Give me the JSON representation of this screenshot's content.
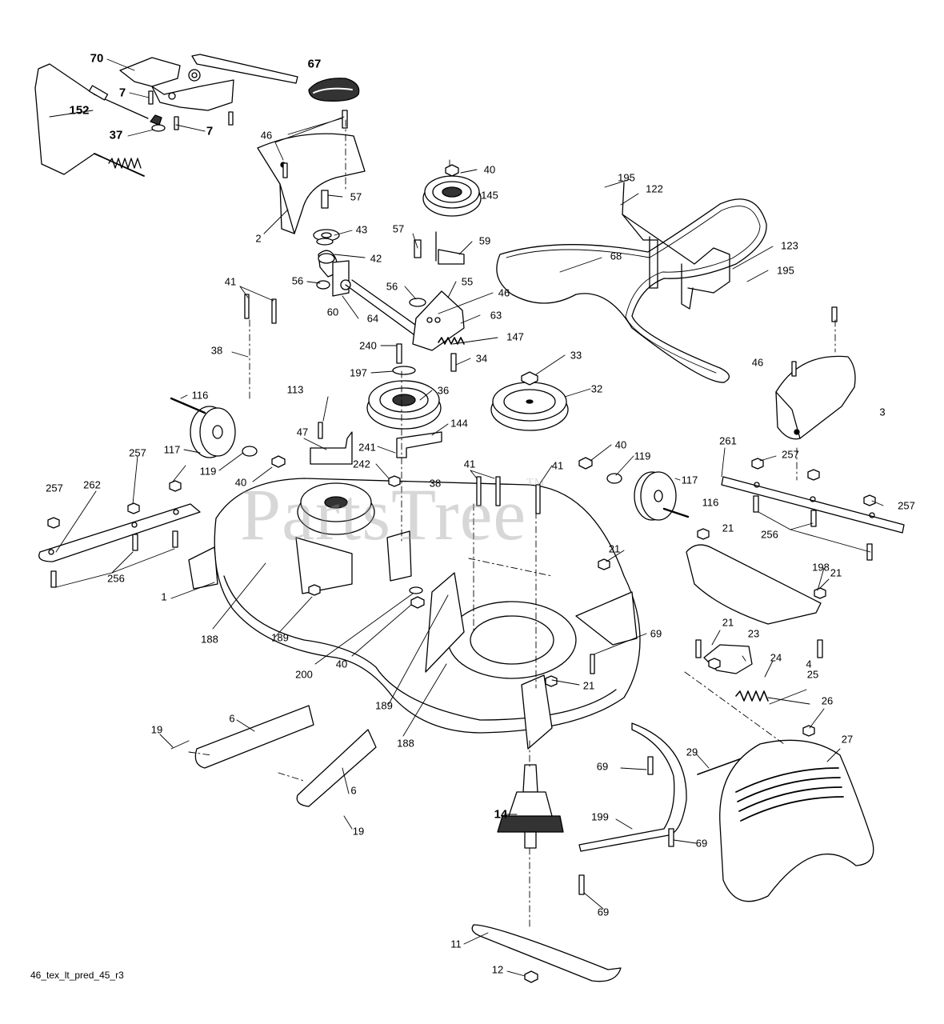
{
  "watermark": "PartsTree",
  "watermark_tm": "TM",
  "drawing_id": "46_tex_lt_pred_45_r3",
  "callouts": [
    {
      "key": "c70",
      "text": "70",
      "bold": true
    },
    {
      "key": "c67",
      "text": "67",
      "bold": true
    },
    {
      "key": "c7a",
      "text": "7",
      "bold": true
    },
    {
      "key": "c7b",
      "text": "7",
      "bold": true
    },
    {
      "key": "c152",
      "text": "152",
      "bold": true
    },
    {
      "key": "c37",
      "text": "37",
      "bold": true
    },
    {
      "key": "c46a",
      "text": "46"
    },
    {
      "key": "c2",
      "text": "2"
    },
    {
      "key": "c40a",
      "text": "40"
    },
    {
      "key": "c145",
      "text": "145"
    },
    {
      "key": "c195a",
      "text": "195"
    },
    {
      "key": "c122",
      "text": "122"
    },
    {
      "key": "c57a",
      "text": "57"
    },
    {
      "key": "c43",
      "text": "43"
    },
    {
      "key": "c42",
      "text": "42"
    },
    {
      "key": "c57b",
      "text": "57"
    },
    {
      "key": "c59",
      "text": "59"
    },
    {
      "key": "c68",
      "text": "68"
    },
    {
      "key": "c123",
      "text": "123"
    },
    {
      "key": "c195b",
      "text": "195"
    },
    {
      "key": "c41a",
      "text": "41"
    },
    {
      "key": "c56a",
      "text": "56"
    },
    {
      "key": "c56b",
      "text": "56"
    },
    {
      "key": "c55",
      "text": "55"
    },
    {
      "key": "c46b",
      "text": "46"
    },
    {
      "key": "c60",
      "text": "60"
    },
    {
      "key": "c64",
      "text": "64"
    },
    {
      "key": "c63",
      "text": "63"
    },
    {
      "key": "c147",
      "text": "147"
    },
    {
      "key": "c38a",
      "text": "38"
    },
    {
      "key": "c240",
      "text": "240"
    },
    {
      "key": "c34",
      "text": "34"
    },
    {
      "key": "c197",
      "text": "197"
    },
    {
      "key": "c33",
      "text": "33"
    },
    {
      "key": "c46c",
      "text": "46"
    },
    {
      "key": "c3",
      "text": "3"
    },
    {
      "key": "c116a",
      "text": "116"
    },
    {
      "key": "c113",
      "text": "113"
    },
    {
      "key": "c36",
      "text": "36"
    },
    {
      "key": "c32",
      "text": "32"
    },
    {
      "key": "c144",
      "text": "144"
    },
    {
      "key": "c47",
      "text": "47"
    },
    {
      "key": "c241",
      "text": "241"
    },
    {
      "key": "c117a",
      "text": "117"
    },
    {
      "key": "c119a",
      "text": "119"
    },
    {
      "key": "c40b",
      "text": "40"
    },
    {
      "key": "c242",
      "text": "242"
    },
    {
      "key": "c257a",
      "text": "257"
    },
    {
      "key": "c262",
      "text": "262"
    },
    {
      "key": "c257b",
      "text": "257"
    },
    {
      "key": "c41b",
      "text": "41"
    },
    {
      "key": "c41c",
      "text": "41"
    },
    {
      "key": "c40c",
      "text": "40"
    },
    {
      "key": "c119b",
      "text": "119"
    },
    {
      "key": "c117b",
      "text": "117"
    },
    {
      "key": "c261",
      "text": "261"
    },
    {
      "key": "c257c",
      "text": "257"
    },
    {
      "key": "c257d",
      "text": "257"
    },
    {
      "key": "c38b",
      "text": "38"
    },
    {
      "key": "c116b",
      "text": "116"
    },
    {
      "key": "c256a",
      "text": "256"
    },
    {
      "key": "c21a",
      "text": "21"
    },
    {
      "key": "c256b",
      "text": "256"
    },
    {
      "key": "c21b",
      "text": "21"
    },
    {
      "key": "c198",
      "text": "198"
    },
    {
      "key": "c21c",
      "text": "21"
    },
    {
      "key": "c1",
      "text": "1"
    },
    {
      "key": "c188a",
      "text": "188"
    },
    {
      "key": "c189a",
      "text": "189"
    },
    {
      "key": "c200",
      "text": "200"
    },
    {
      "key": "c69a",
      "text": "69"
    },
    {
      "key": "c4",
      "text": "4"
    },
    {
      "key": "c40d",
      "text": "40"
    },
    {
      "key": "c21d",
      "text": "21"
    },
    {
      "key": "c23",
      "text": "23"
    },
    {
      "key": "c24",
      "text": "24"
    },
    {
      "key": "c25",
      "text": "25"
    },
    {
      "key": "c21e",
      "text": "21"
    },
    {
      "key": "c189b",
      "text": "189"
    },
    {
      "key": "c26",
      "text": "26"
    },
    {
      "key": "c27",
      "text": "27"
    },
    {
      "key": "c19a",
      "text": "19"
    },
    {
      "key": "c6a",
      "text": "6"
    },
    {
      "key": "c188b",
      "text": "188"
    },
    {
      "key": "c29",
      "text": "29"
    },
    {
      "key": "c69b",
      "text": "69"
    },
    {
      "key": "c6b",
      "text": "6"
    },
    {
      "key": "c14",
      "text": "14",
      "bold": true
    },
    {
      "key": "c199",
      "text": "199"
    },
    {
      "key": "c69c",
      "text": "69"
    },
    {
      "key": "c19b",
      "text": "19"
    },
    {
      "key": "c69d",
      "text": "69"
    },
    {
      "key": "c11",
      "text": "11"
    },
    {
      "key": "c12",
      "text": "12"
    }
  ]
}
